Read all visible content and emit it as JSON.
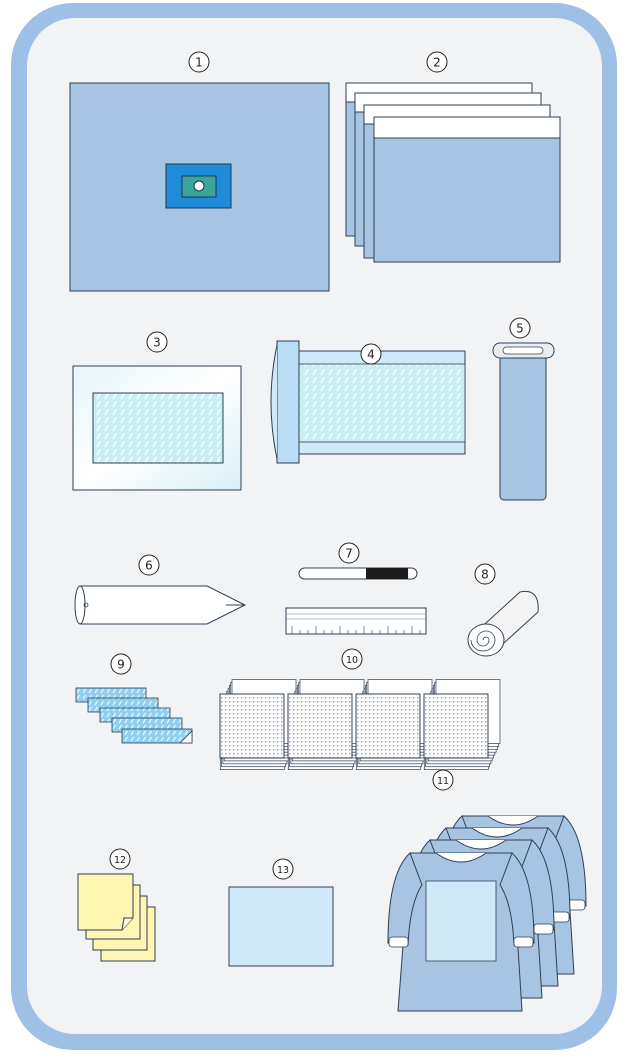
{
  "items": [
    {
      "number": "1",
      "icon": "fenestrated-drape-icon"
    },
    {
      "number": "2",
      "icon": "drape-stack-icon"
    },
    {
      "number": "3",
      "icon": "incise-film-icon"
    },
    {
      "number": "4",
      "icon": "mesh-sleeve-icon"
    },
    {
      "number": "5",
      "icon": "instrument-pouch-icon"
    },
    {
      "number": "6",
      "icon": "cannula-icon"
    },
    {
      "number": "7",
      "icon": "skin-marker-icon"
    },
    {
      "number": "8",
      "icon": "bandage-roll-icon"
    },
    {
      "number": "9",
      "icon": "adhesive-strips-icon"
    },
    {
      "number": "10",
      "icon": "gauze-sponges-icon"
    },
    {
      "number": "11",
      "icon": "surgical-gowns-icon"
    },
    {
      "number": "12",
      "icon": "hand-towels-icon"
    },
    {
      "number": "13",
      "icon": "table-cover-icon"
    }
  ],
  "colors": {
    "frame": "#9ec0e6",
    "panel": "#f2f3f5",
    "drape": "#a7c4e2",
    "drape_dark": "#6f9fd0",
    "accent_blue": "#1f8ad8",
    "teal": "#3aa69a",
    "mesh": "#c5ecf1",
    "pale_blue": "#cfe9f8",
    "yellow": "#fff6b4"
  }
}
